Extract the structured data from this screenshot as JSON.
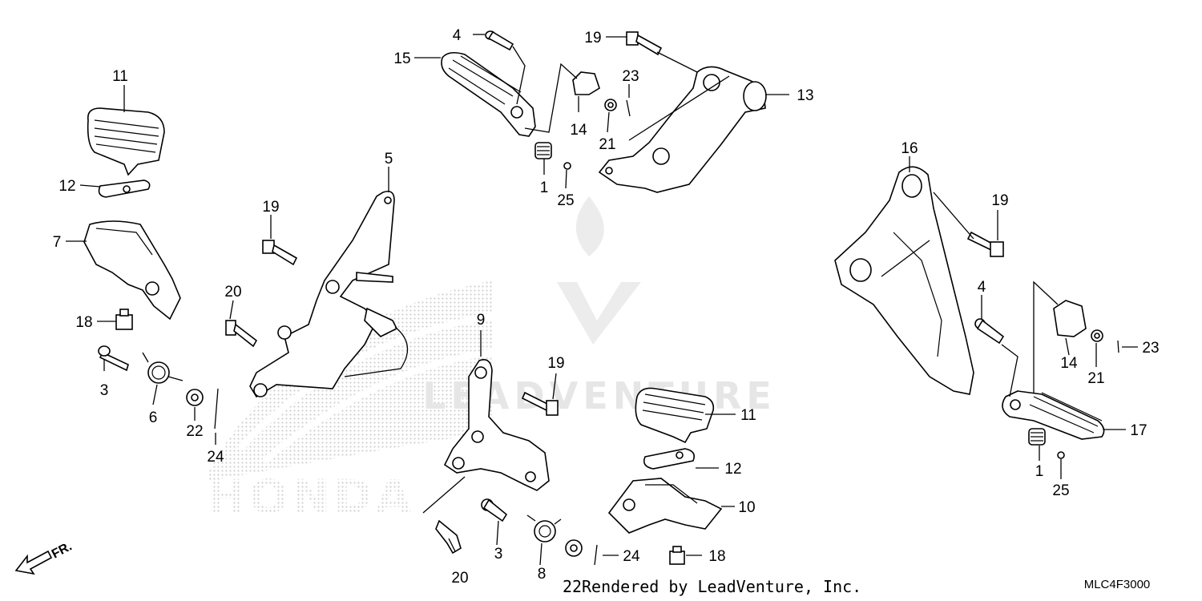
{
  "diagram": {
    "callouts": {
      "c1a": "1",
      "c1b": "1",
      "c3a": "3",
      "c3b": "3",
      "c4a": "4",
      "c4b": "4",
      "c5": "5",
      "c6": "6",
      "c7": "7",
      "c8": "8",
      "c9": "9",
      "c10": "10",
      "c11a": "11",
      "c11b": "11",
      "c12a": "12",
      "c12b": "12",
      "c13": "13",
      "c14a": "14",
      "c14b": "14",
      "c15": "15",
      "c16": "16",
      "c17": "17",
      "c18a": "18",
      "c18b": "18",
      "c19a": "19",
      "c19b": "19",
      "c19c": "19",
      "c19d": "19",
      "c20a": "20",
      "c20b": "20",
      "c21a": "21",
      "c21b": "21",
      "c22a": "22",
      "c22b": "22",
      "c23a": "23",
      "c23b": "23",
      "c24a": "24",
      "c24b": "24",
      "c25a": "25",
      "c25b": "25"
    },
    "front_marker": "FR.",
    "part_code": "MLC4F3000",
    "footer_credit": "Rendered by LeadVenture, Inc.",
    "watermark_text": "LEADVENTURE",
    "brand_logo_text": "HONDA"
  },
  "colors": {
    "ink": "#000000",
    "background": "#ffffff",
    "watermark": "#e6e6e6",
    "logo_dots": "#dcdcdc"
  }
}
